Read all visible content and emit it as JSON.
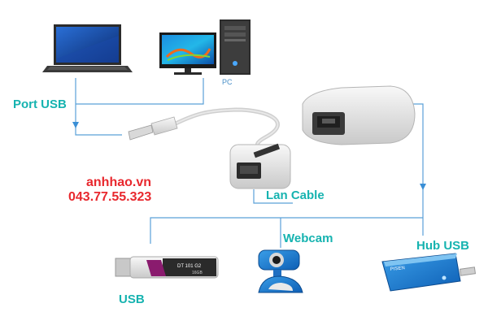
{
  "labels": {
    "port_usb": "Port USB",
    "pc": "PC",
    "brand": "anhhao.vn",
    "phone": "043.77.55.323",
    "lan_cable": "Lan Cable",
    "webcam": "Webcam",
    "hub_usb": "Hub USB",
    "usb": "USB"
  },
  "device_text": {
    "usb_stick_model": "DT 101 G2",
    "usb_stick_size": "16GB",
    "hub_brand": "PISEN"
  },
  "colors": {
    "label_teal": "#16b3b0",
    "brand_red": "#e8282e",
    "connector_line": "#5aa0d8",
    "arrow": "#3a8fd6"
  }
}
